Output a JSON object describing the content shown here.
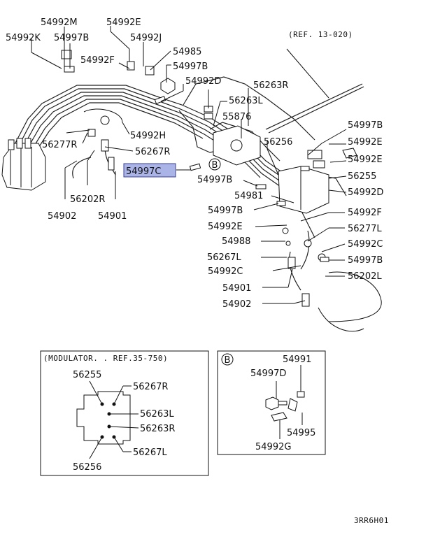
{
  "ref_13_020": "(REF. 13-020)",
  "callouts": {
    "p54992M": "54992M",
    "p54992E_top": "54992E",
    "p54992K": "54992K",
    "p54997B_top": "54997B",
    "p54992J": "54992J",
    "p54992F_top": "54992F",
    "p54985": "54985",
    "p54997B_b": "54997B",
    "p54992D_top": "54992D",
    "p56263R_top": "56263R",
    "p56263L_top": "56263L",
    "p55876": "55876",
    "p54992H": "54992H",
    "p56277R": "56277R",
    "p56267R_left": "56267R",
    "p54997C": "54997C",
    "p56202R": "56202R",
    "p54902_left": "54902",
    "p54901_left": "54901",
    "p56256_top": "56256",
    "p54997B_r1": "54997B",
    "p54992E_r1": "54992E",
    "p54992E_r2": "54992E",
    "p56255_r": "56255",
    "p54992D_r": "54992D",
    "p54997B_c1": "54997B",
    "p54981": "54981",
    "p54997B_c2": "54997B",
    "p54992F_r": "54992F",
    "p54992E_c": "54992E",
    "p56277L": "56277L",
    "p54988": "54988",
    "p54992C_r": "54992C",
    "p56267L_c": "56267L",
    "p54997B_r2": "54997B",
    "p54992C_c": "54992C",
    "p56202L": "56202L",
    "p54901_c": "54901",
    "p54902_c": "54902",
    "b_marker": "B"
  },
  "modulator_box": {
    "title": "(MODULATOR. . REF.35-750)",
    "p56255": "56255",
    "p56267R": "56267R",
    "p56263L": "56263L",
    "p56263R": "56263R",
    "p56267L": "56267L",
    "p56256": "56256"
  },
  "detail_b_box": {
    "marker": "B",
    "p54991": "54991",
    "p54997D": "54997D",
    "p54995": "54995",
    "p54992G": "54992G"
  },
  "diagram_code": "3RR6H01",
  "highlight_color": "#aab4e6"
}
